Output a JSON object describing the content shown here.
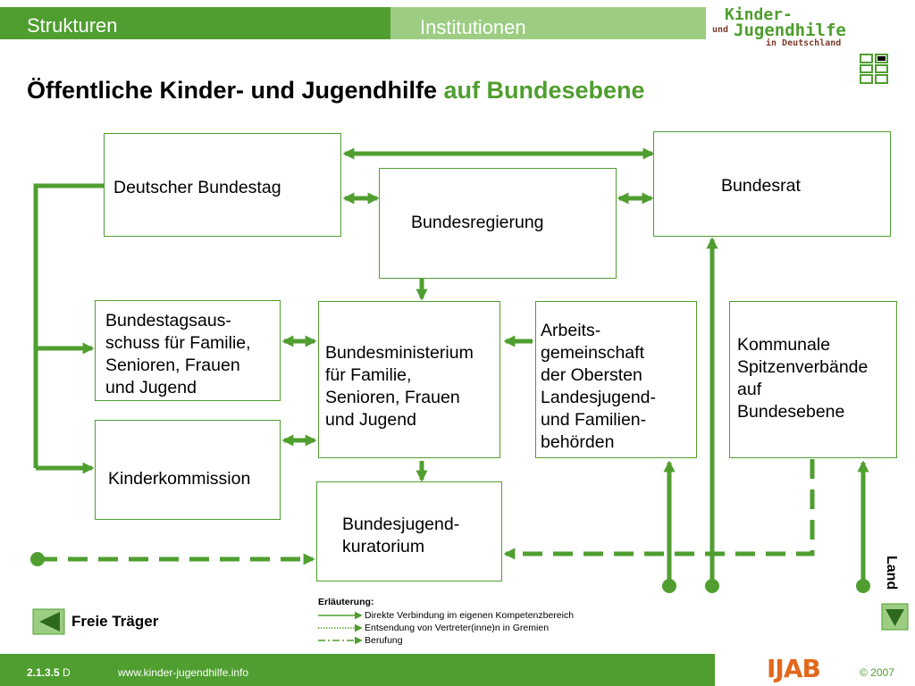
{
  "header": {
    "tab_strukturen": "Strukturen",
    "tab_institutionen": "Institutionen",
    "logo_line1": "Kinder-",
    "logo_und": "und",
    "logo_line2": "Jugendhilfe",
    "logo_line3": "in Deutschland"
  },
  "title": {
    "main": "Öffentliche Kinder- und Jugendhilfe",
    "highlight": "auf Bundesebene"
  },
  "boxes": {
    "bundestag": "Deutscher Bundestag",
    "bundesrat": "Bundesrat",
    "bundesregierung": "Bundesregierung",
    "ausschuss_lines": [
      "Bundestagsaus-",
      "schuss für Familie,",
      "Senioren, Frauen",
      "und Jugend"
    ],
    "ministerium_lines": [
      "Bundesministerium",
      "für Familie,",
      "Senioren, Frauen",
      "und Jugend"
    ],
    "arbeitsgemeinschaft_lines": [
      "Arbeits-",
      "gemeinschaft",
      "der Obersten",
      "Landesjugend-",
      "und Familien-",
      "behörden"
    ],
    "kommunale_lines": [
      "Kommunale",
      "Spitzenverbände",
      "auf",
      "Bundesebene"
    ],
    "kinderkommission": "Kinderkommission",
    "kuratorium_lines": [
      "Bundesjugend-",
      "kuratorium"
    ]
  },
  "legend": {
    "title": "Erläuterung:",
    "direct": "Direkte Verbindung im eigenen Kompetenzbereich",
    "delegation": "Entsendung von Vertreter(inne)n in Gremien",
    "appointment": "Berufung"
  },
  "labels": {
    "freie_traeger": "Freie Träger",
    "land": "Land"
  },
  "footer": {
    "code_bold": "2.1.3.5",
    "code_suffix": " D",
    "url": "www.kinder-jugendhilfe.info",
    "copyright": "© 2007",
    "brand": "IJAB"
  },
  "colors": {
    "green": "#4f9e2f",
    "light_green": "#9ccd82",
    "orange": "#e2681c"
  }
}
